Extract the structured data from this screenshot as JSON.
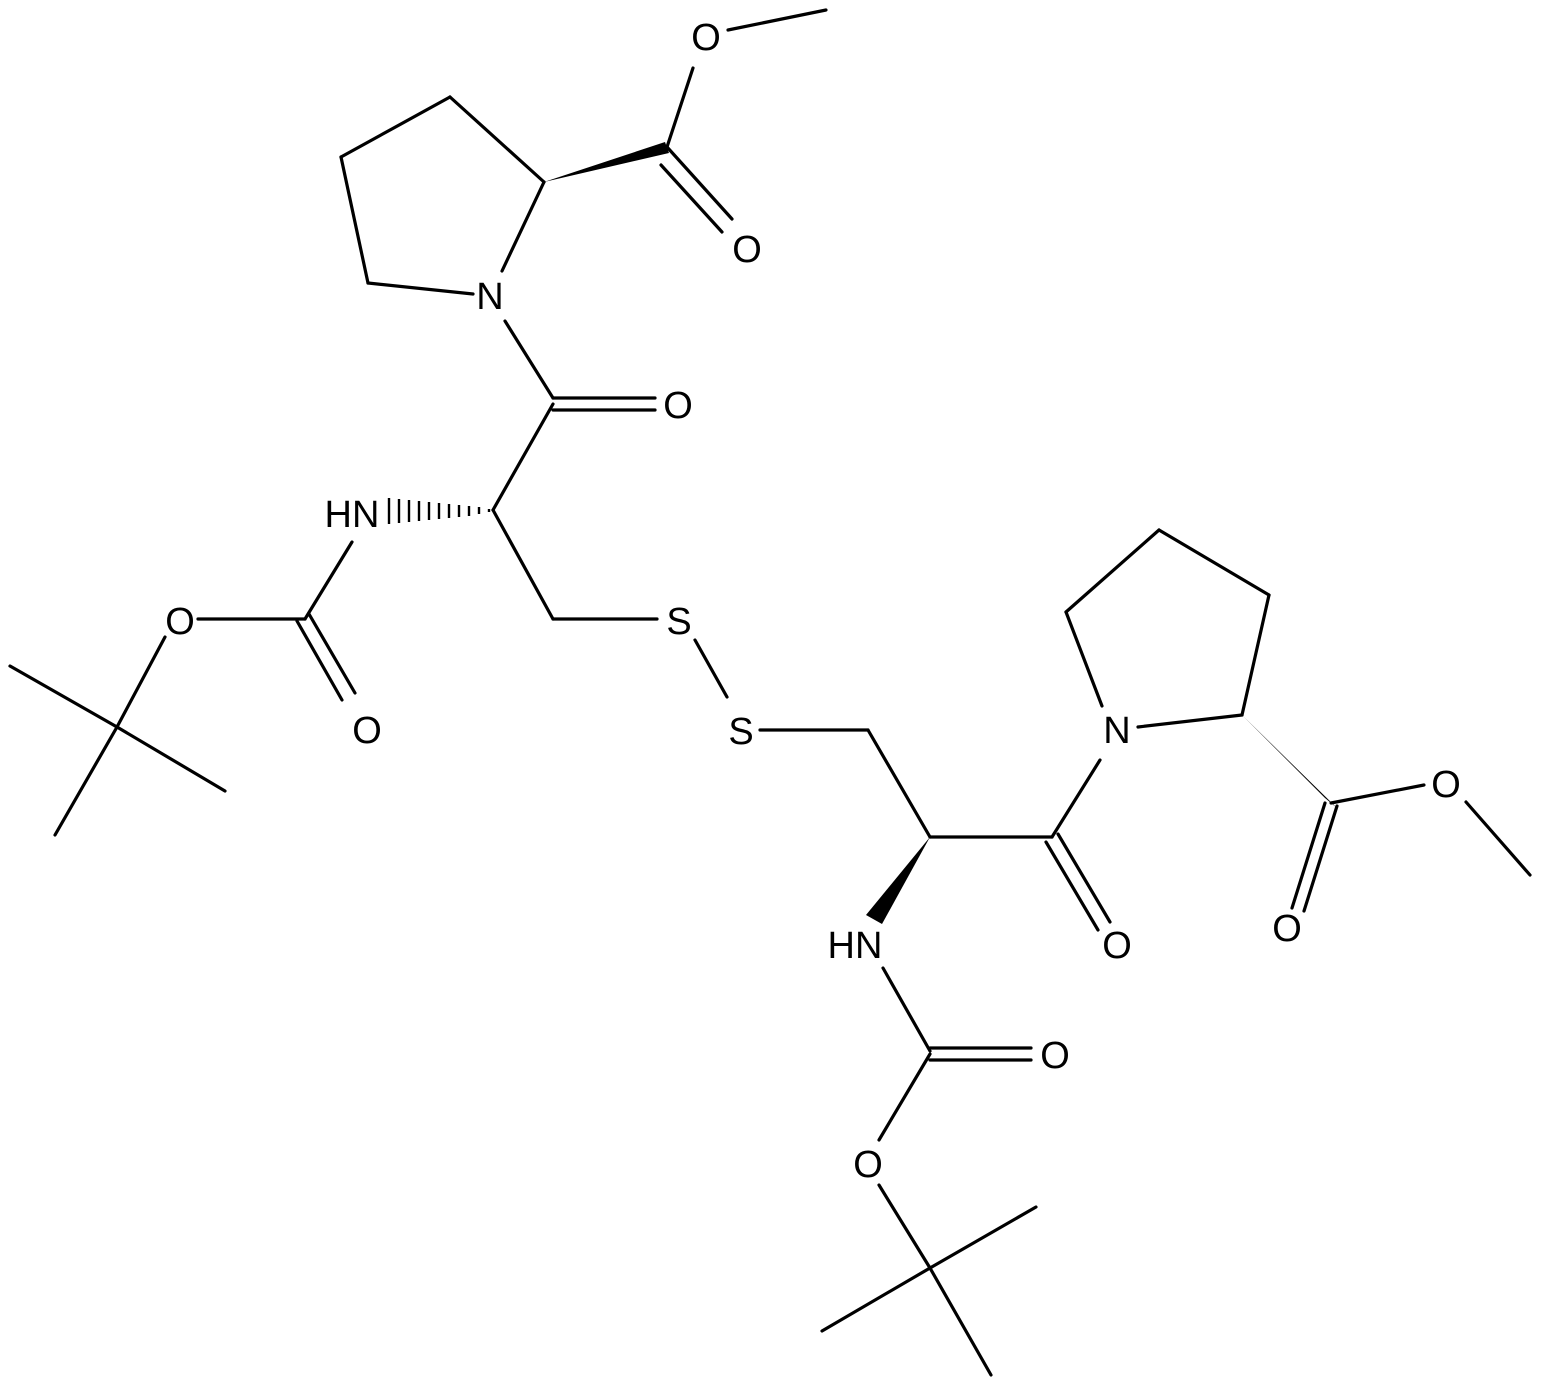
{
  "atom_labels": {
    "o_me_top": "O",
    "o_ester_top": "O",
    "n_pro_top": "N",
    "o_amide_top": "O",
    "hn_top": "HN",
    "o_boc_top": "O",
    "o_boc_carbonyl_top": "O",
    "s1": "S",
    "s2": "S",
    "n_pro_bottom": "N",
    "o_me_bottom": "O",
    "o_ester_bottom": "O",
    "hn_bottom": "HN",
    "o_amide_bottom": "O",
    "o_boc_carbonyl_bottom": "O",
    "o_boc_bottom": "O"
  }
}
